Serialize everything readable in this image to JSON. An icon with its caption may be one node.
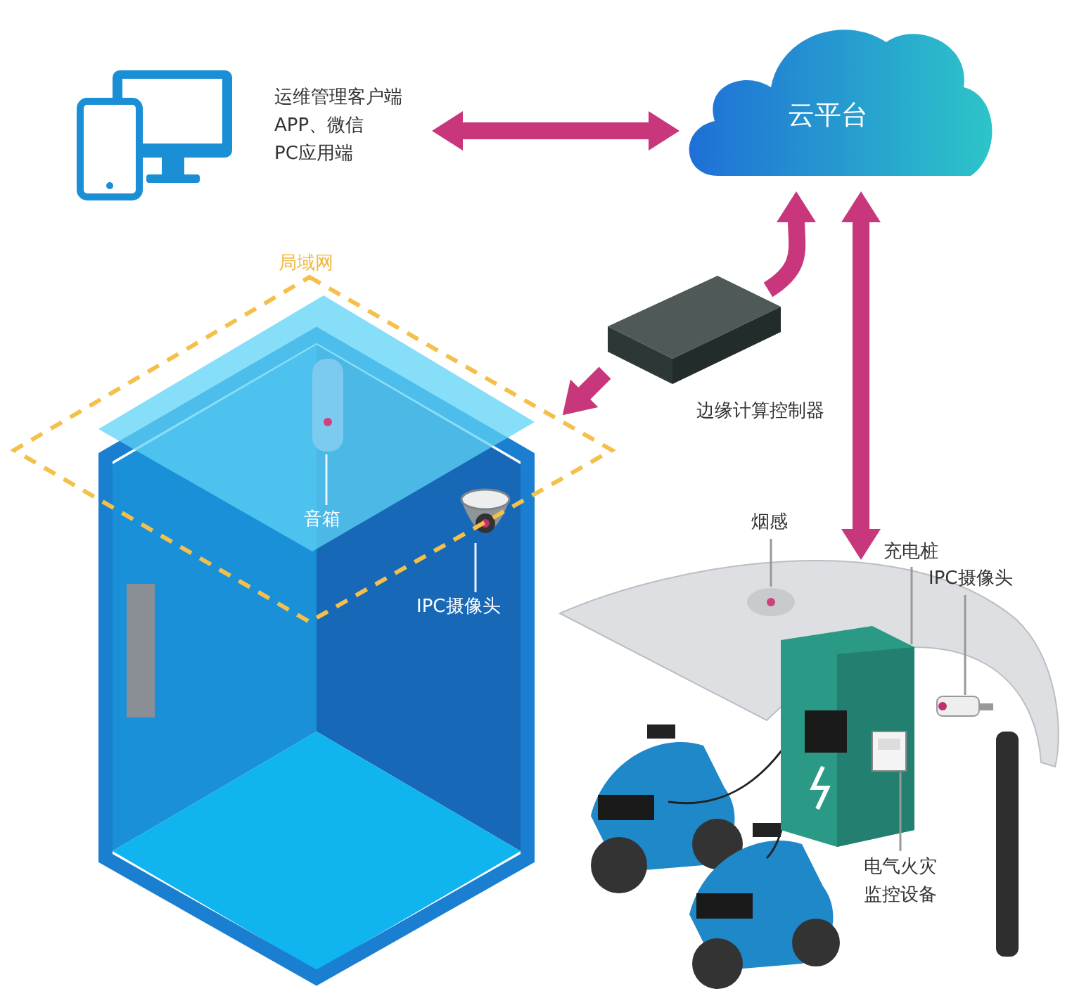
{
  "diagram": {
    "nodes": [
      {
        "text": [],
        "shape": "picture",
        "beside": [
          "运维管理客户端",
          "APP、微信",
          "PC应用端"
        ]
      },
      {
        "text": [
          "云平台"
        ]
      },
      {
        "text": [],
        "shape": "picture",
        "beside": [
          "边缘计算控制器"
        ]
      },
      {
        "text": [
          "局域网"
        ]
      },
      {
        "text": [],
        "shape": "picture"
      },
      {
        "text": [],
        "shape": "picture"
      },
      {
        "text": [
          "音箱"
        ]
      },
      {
        "text": [],
        "shape": "picture"
      },
      {
        "text": [
          "IPC摄像头"
        ],
        "in": 4
      },
      {
        "text": [],
        "shape": "picture"
      },
      {
        "text": [],
        "shape": "picture",
        "in": 9
      },
      {
        "text": [
          "烟感"
        ]
      },
      {
        "text": [],
        "shape": "picture",
        "in": 9
      },
      {
        "text": [
          "充电桩"
        ]
      },
      {
        "text": [],
        "shape": "picture",
        "in": 9
      },
      {
        "text": [
          "IPC摄像头"
        ],
        "in": 9
      },
      {
        "text": [],
        "shape": "picture",
        "in": 12
      },
      {
        "text": [
          "电气火灾监控设备"
        ],
        "in": 9
      }
    ],
    "edges": [
      {
        "from": 0,
        "to": 1,
        "arrow": "both",
        "style": "thick",
        "color": "#c8377b"
      },
      {
        "from": 2,
        "to": 1,
        "arrow": "to",
        "style": "thick",
        "color": "#c8377b"
      },
      {
        "from": 2,
        "to": 3,
        "arrow": "to",
        "style": "thick",
        "color": "#c8377b"
      },
      {
        "from": 1,
        "to": 9,
        "arrow": "both",
        "style": "thick",
        "color": "#c8377b"
      },
      {
        "from": 6,
        "to": 5,
        "arrow": "none",
        "color": "#e8f4fc"
      },
      {
        "from": 8,
        "to": 7,
        "arrow": "none",
        "color": "#e8f4fc"
      },
      {
        "from": 11,
        "to": 10,
        "arrow": "none",
        "color": "#999999"
      },
      {
        "from": 13,
        "to": 12,
        "arrow": "none",
        "color": "#999999"
      },
      {
        "from": 15,
        "to": 14,
        "arrow": "none",
        "color": "#999999"
      },
      {
        "from": 17,
        "to": 16,
        "arrow": "none",
        "color": "#999999"
      }
    ]
  }
}
